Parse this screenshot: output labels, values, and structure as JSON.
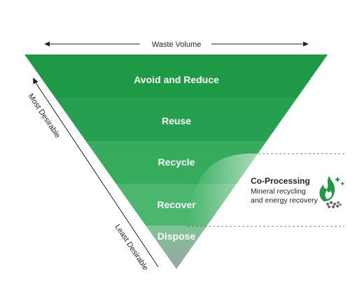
{
  "waste_volume_label": "Waste Volume",
  "most_desirable_label": "Most Desirable",
  "least_desirable_label": "Least Desirable",
  "tiers": [
    {
      "label": "Avoid and Reduce",
      "color": "#1e9a47"
    },
    {
      "label": "Reuse",
      "color": "#1e9a47"
    },
    {
      "label": "Recycle",
      "color": "#33a85a"
    },
    {
      "label": "Recover",
      "color": "#47b46b"
    },
    {
      "label": "Dispose",
      "color": "#7cc693"
    }
  ],
  "co_processing": {
    "title": "Co-Processing",
    "line1": "Mineral recycling",
    "line2": "and energy recovery",
    "icon": "flame-recycling-icon",
    "accent": "#1e9a47"
  }
}
